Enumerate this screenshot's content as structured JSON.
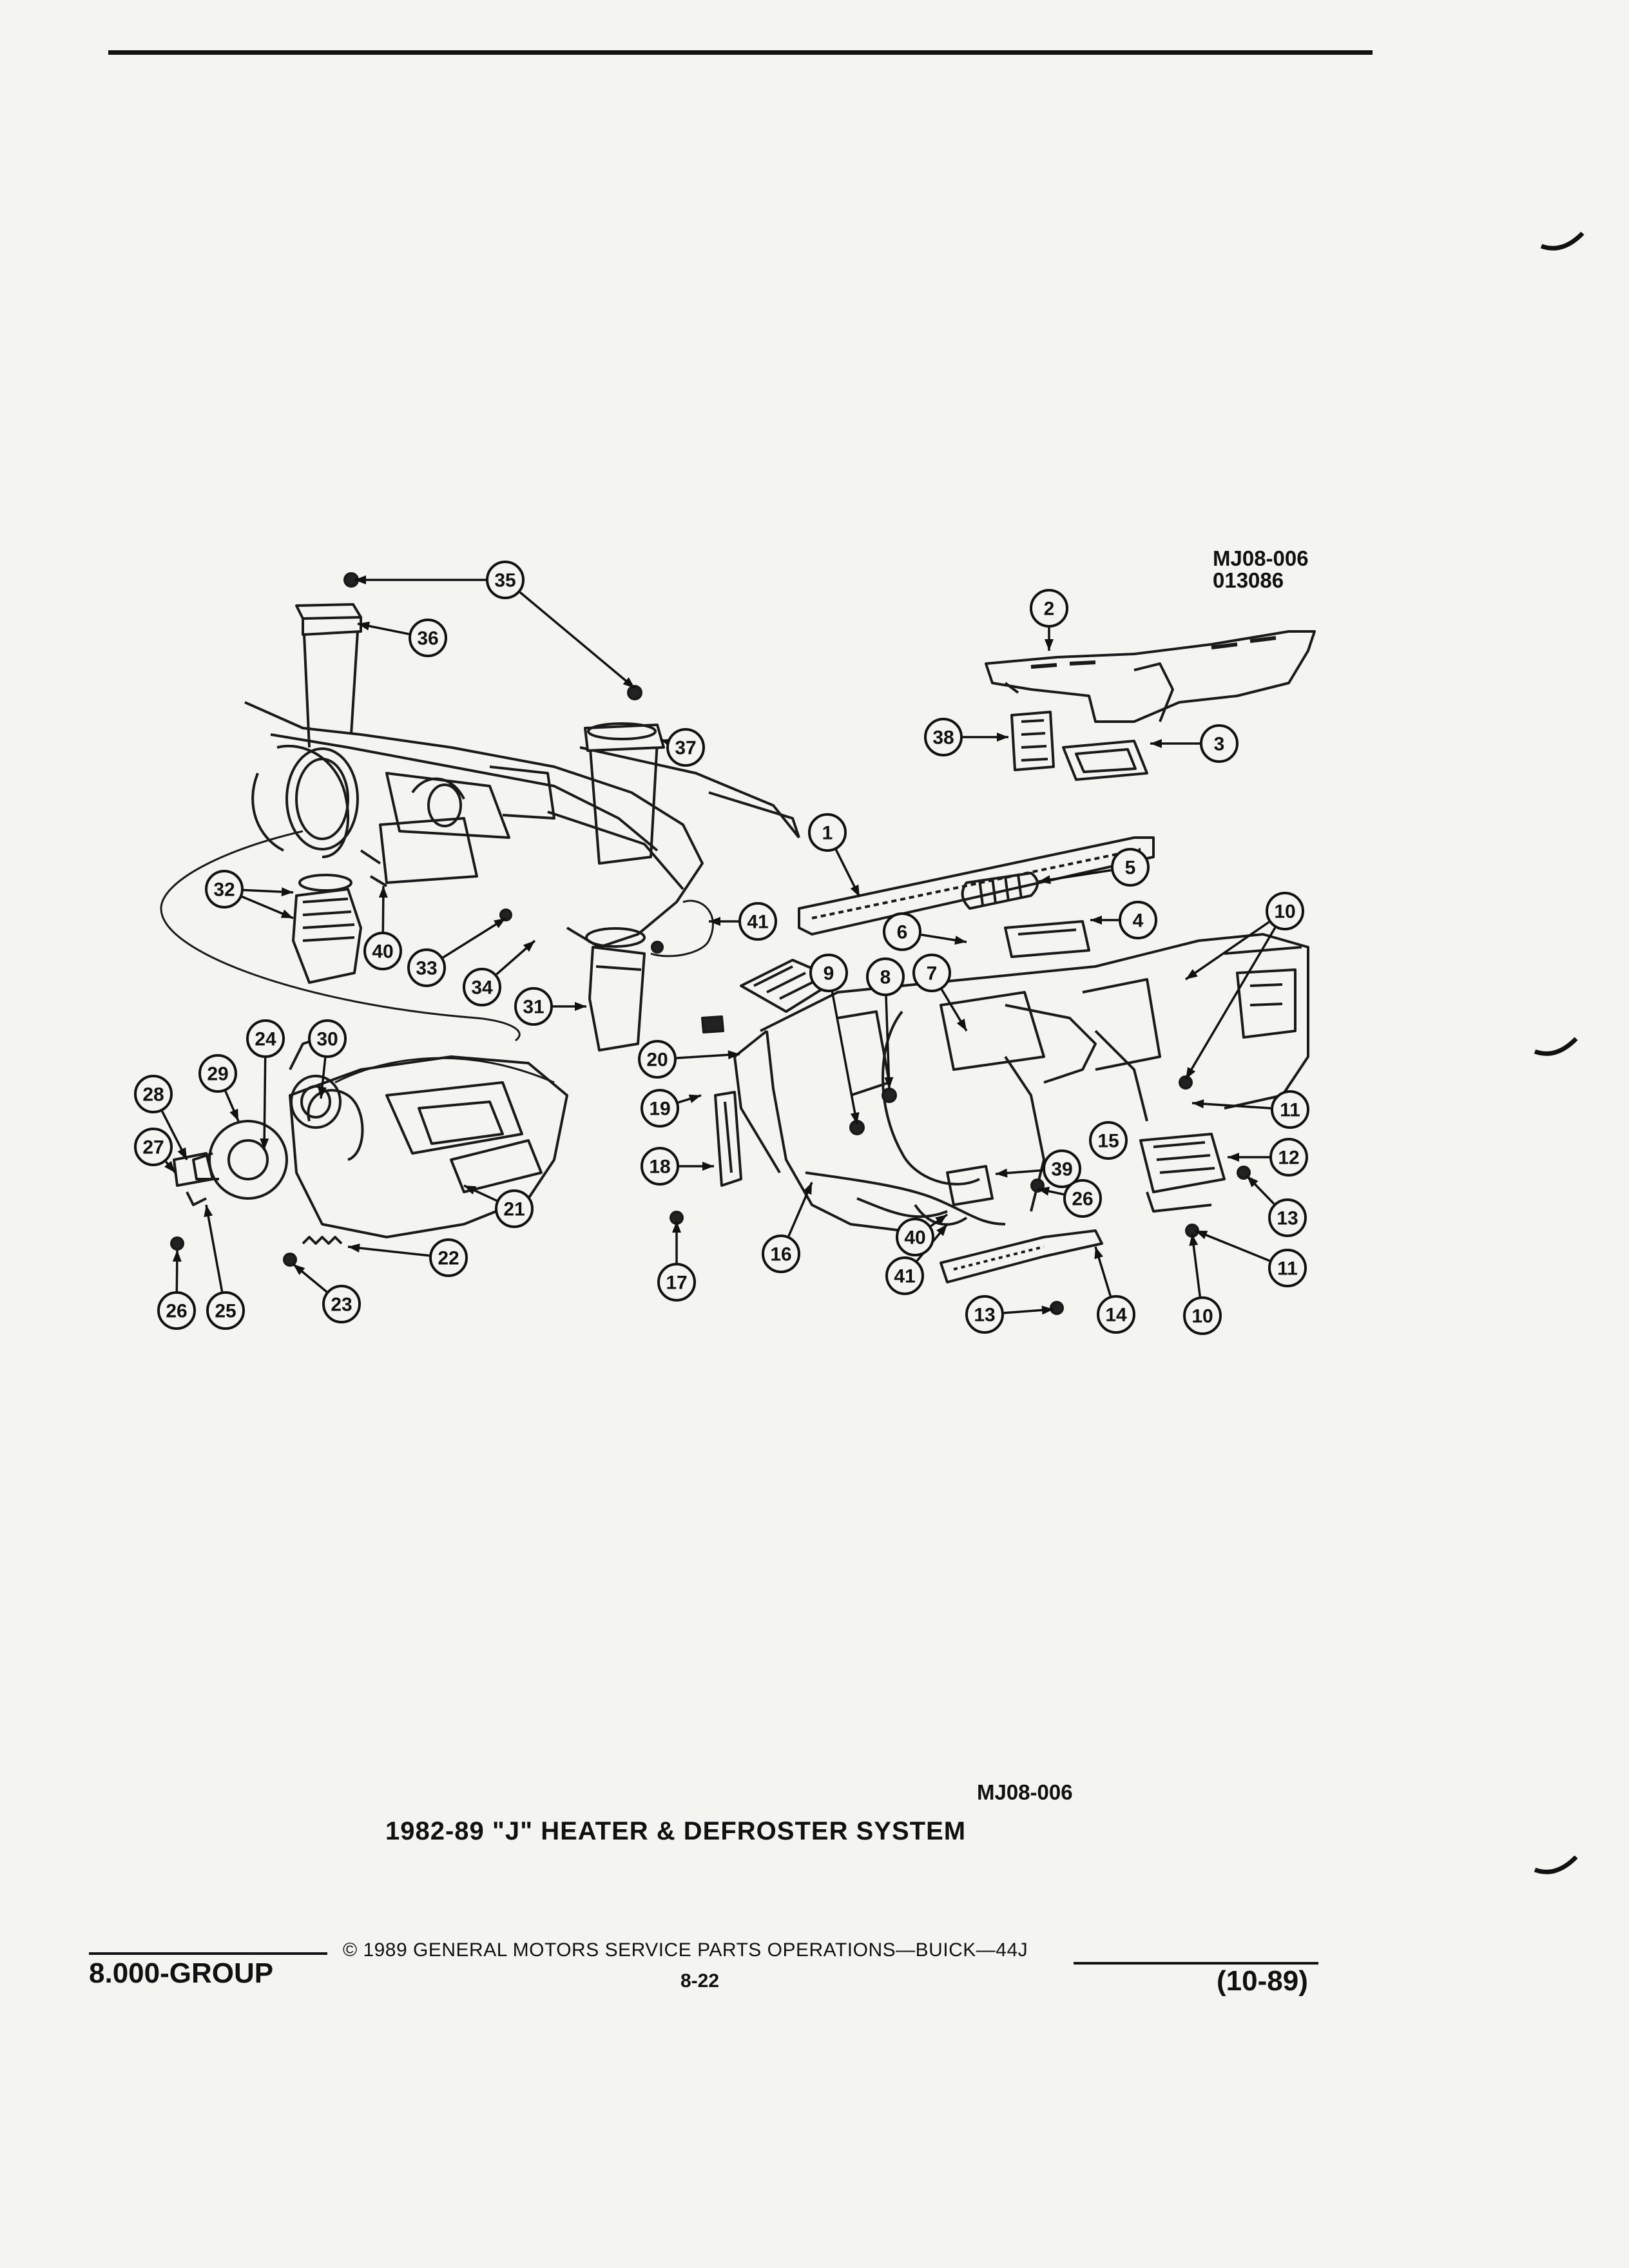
{
  "figure": {
    "code_top": "MJ08-006",
    "code_top_2": "013086",
    "code_bottom": "MJ08-006",
    "caption": "1982-89 \"J\" HEATER & DEFROSTER SYSTEM"
  },
  "callouts": [
    "1",
    "2",
    "3",
    "4",
    "5",
    "6",
    "7",
    "8",
    "9",
    "10",
    "11",
    "12",
    "13",
    "14",
    "15",
    "16",
    "17",
    "18",
    "19",
    "20",
    "21",
    "22",
    "23",
    "24",
    "25",
    "26",
    "27",
    "28",
    "29",
    "30",
    "31",
    "32",
    "33",
    "34",
    "35",
    "36",
    "37",
    "38",
    "39",
    "40",
    "41"
  ],
  "footer": {
    "group": "8.000-GROUP",
    "copyright": "© 1989 GENERAL MOTORS SERVICE PARTS OPERATIONS—BUICK—44J",
    "page_number": "8-22",
    "date": "(10-89)"
  }
}
